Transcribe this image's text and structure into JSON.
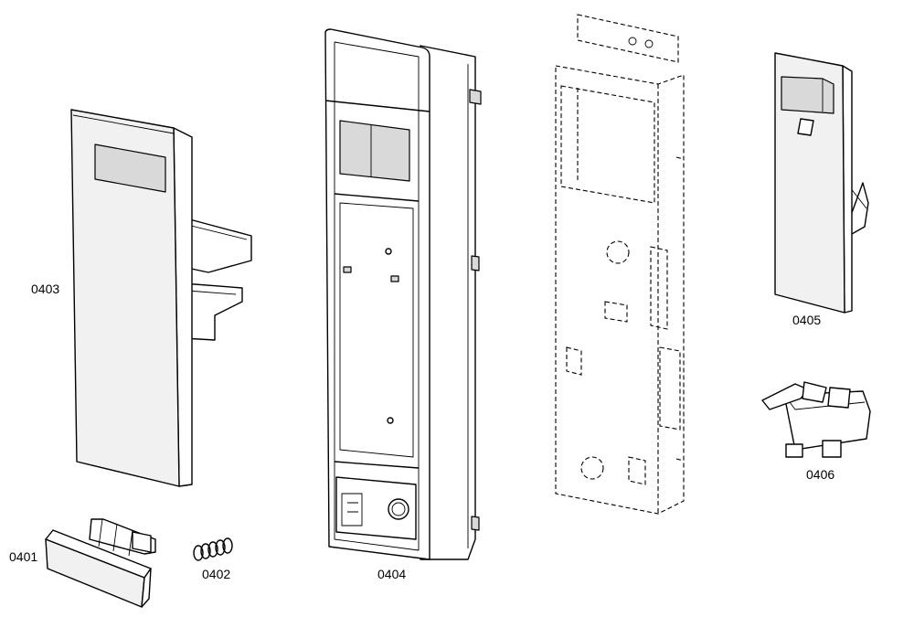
{
  "parts": [
    {
      "id": "0403",
      "label": "0403"
    },
    {
      "id": "0401",
      "label": "0401"
    },
    {
      "id": "0402",
      "label": "0402"
    },
    {
      "id": "0404",
      "label": "0404"
    },
    {
      "id": "0405",
      "label": "0405"
    },
    {
      "id": "0406",
      "label": "0406"
    }
  ]
}
